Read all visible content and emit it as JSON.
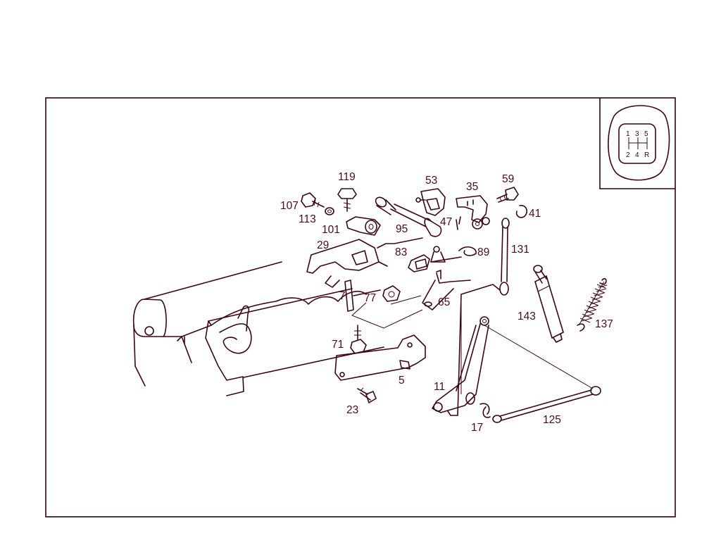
{
  "colors": {
    "line": "#3a0616",
    "label": "#4a0a1c",
    "background": "#ffffff"
  },
  "callouts": [
    "119",
    "53",
    "35",
    "59",
    "107",
    "113",
    "41",
    "101",
    "95",
    "47",
    "29",
    "83",
    "89",
    "131",
    "77",
    "7",
    "65",
    "143",
    "137",
    "71",
    "5",
    "11",
    "23",
    "17",
    "125"
  ],
  "shift_pattern": {
    "top": [
      "1",
      "3",
      "5"
    ],
    "bottom": [
      "2",
      "4",
      "R"
    ]
  }
}
